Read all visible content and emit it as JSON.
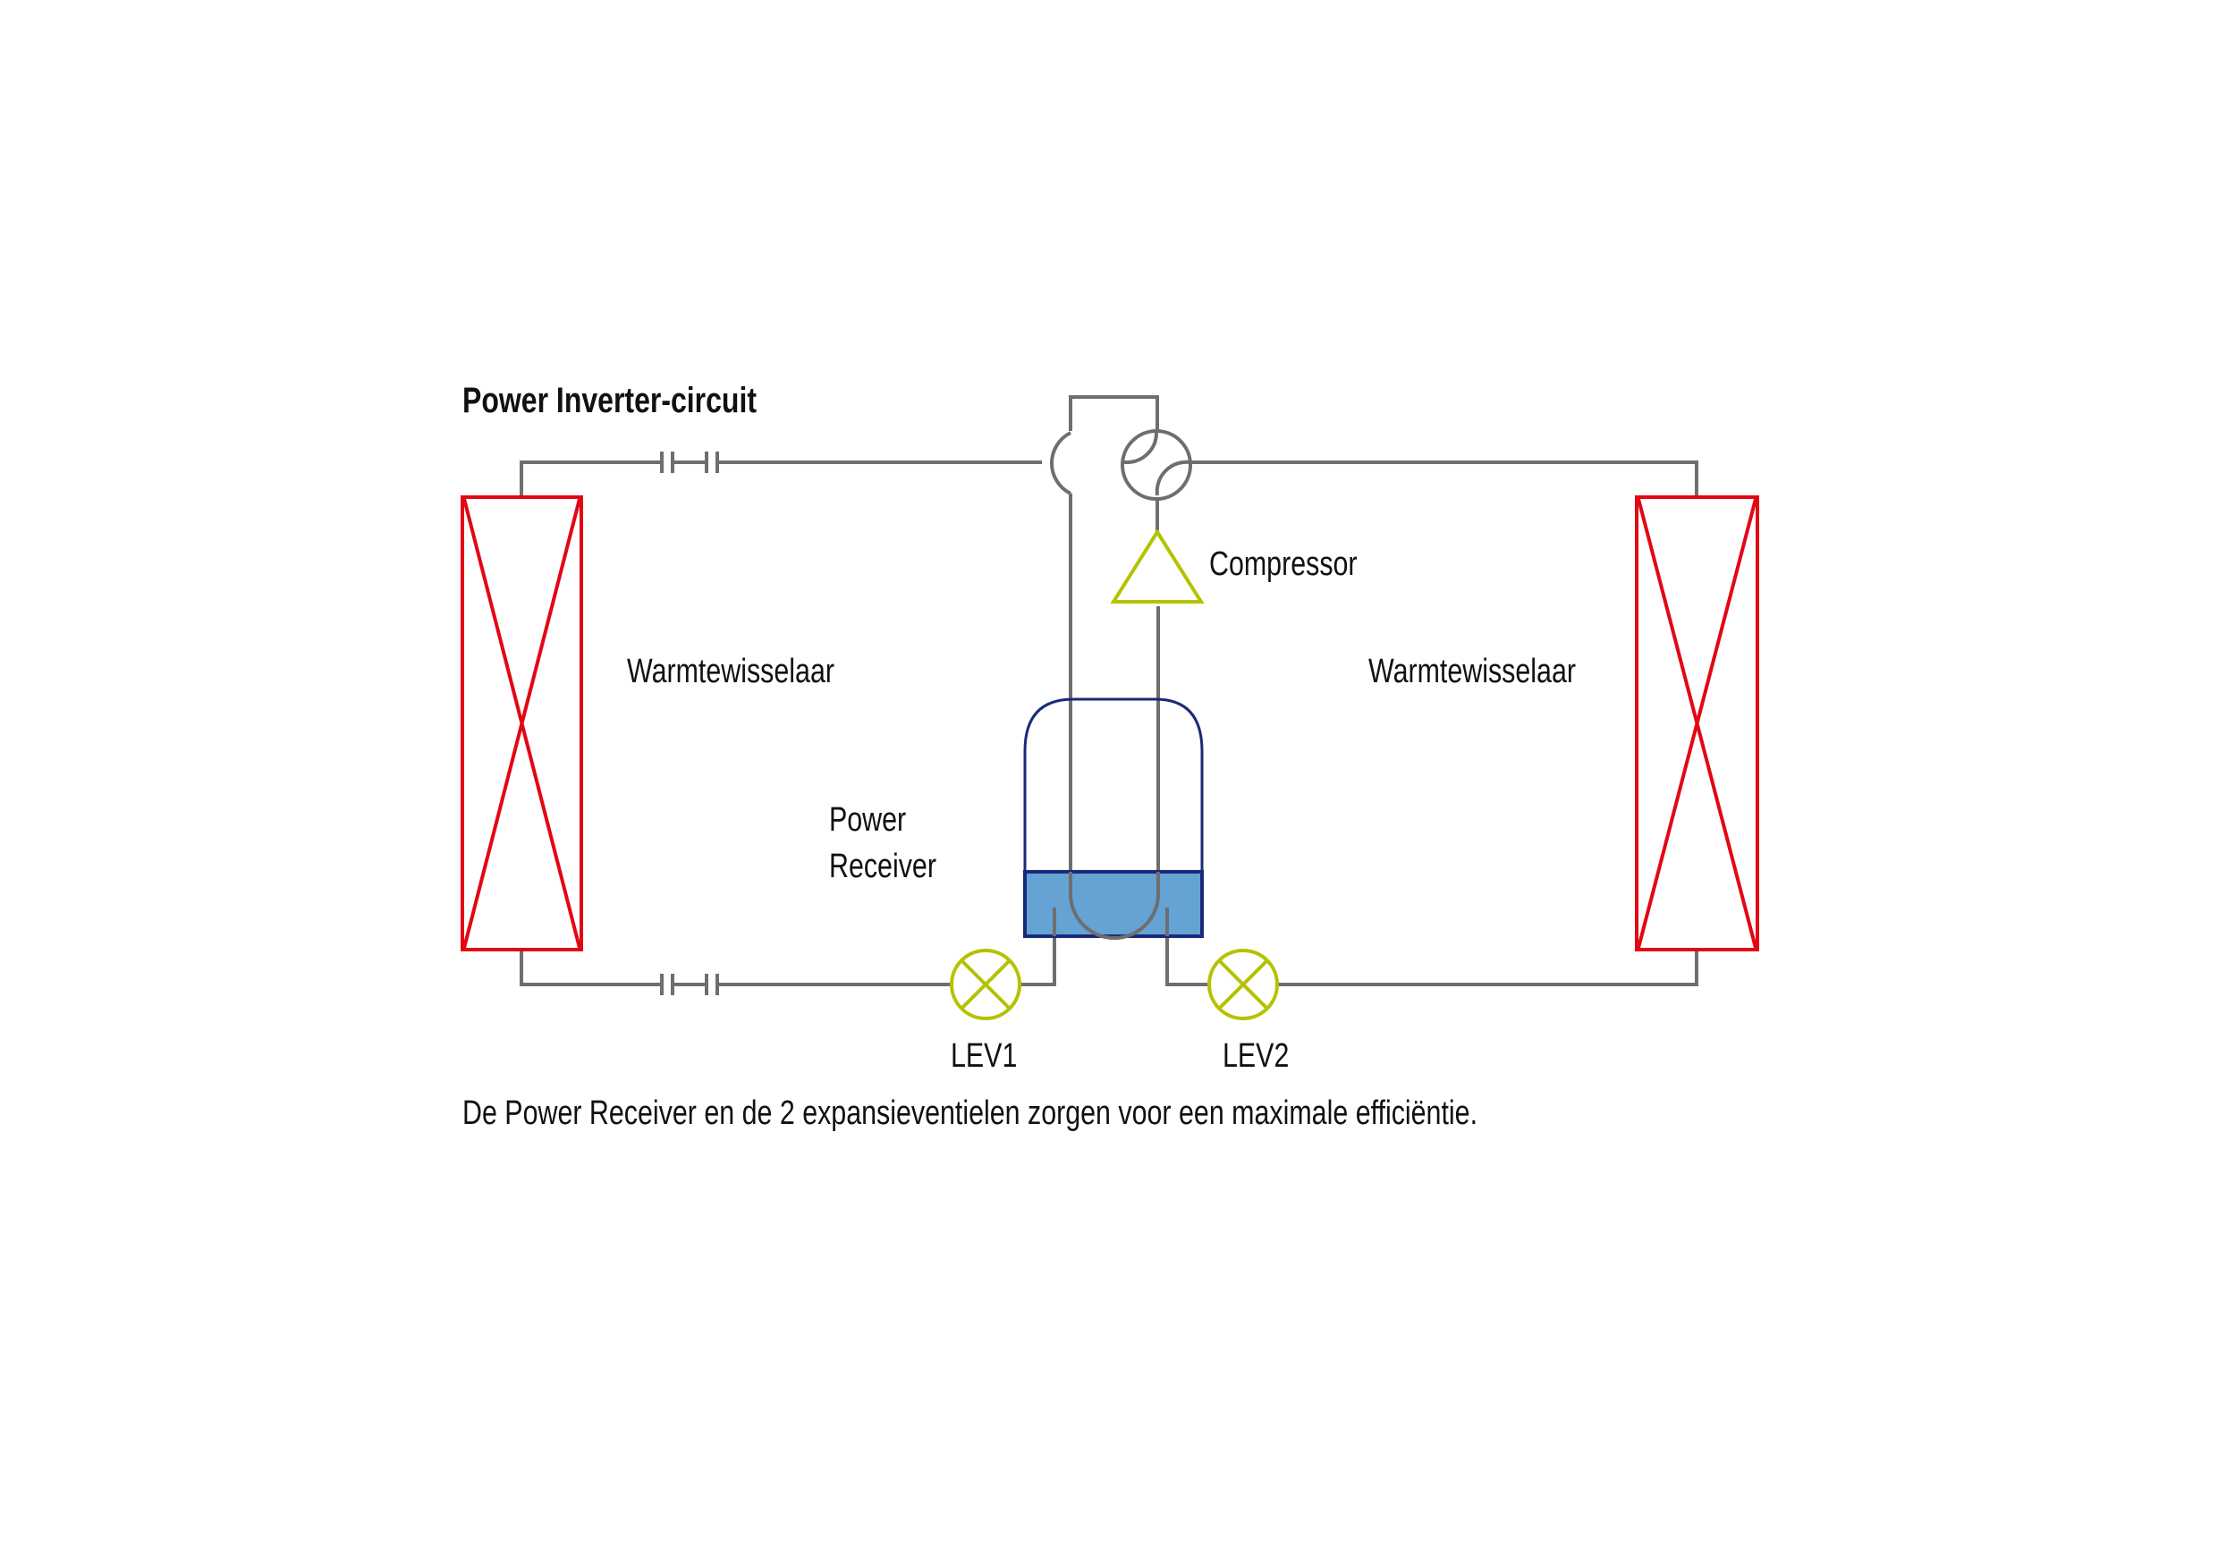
{
  "title": "Power Inverter-circuit",
  "labels": {
    "heat_exchanger_left": "Warmtewisselaar",
    "heat_exchanger_right": "Warmtewisselaar",
    "compressor": "Compressor",
    "receiver_line1": "Power",
    "receiver_line2": "Receiver",
    "lev1": "LEV1",
    "lev2": "LEV2"
  },
  "caption": "De Power Receiver en de 2 expansieventielen zorgen voor een maximale efficiëntie.",
  "colors": {
    "pipe": "#6e6e6e",
    "heat_exchanger": "#e30613",
    "valve": "#b5c200",
    "receiver_outline": "#1a2a7a",
    "receiver_liquid": "#64a3d4"
  }
}
